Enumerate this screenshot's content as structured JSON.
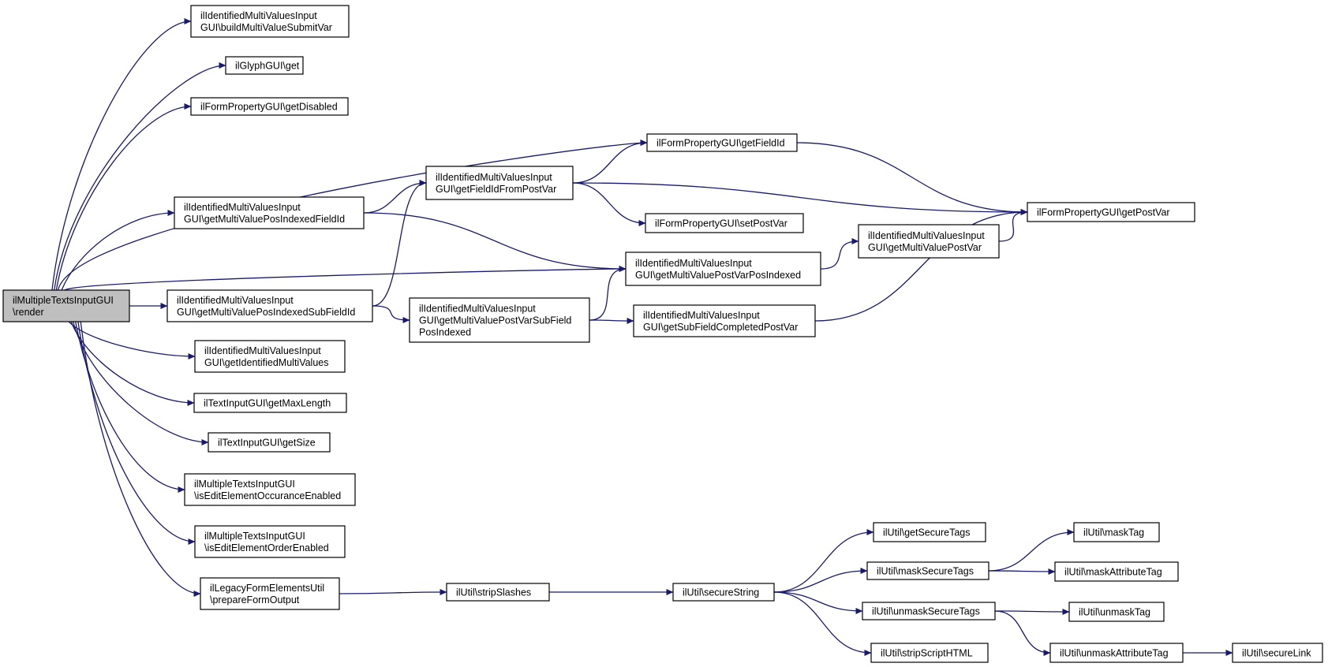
{
  "diagram": {
    "type": "call-graph",
    "edge_color": "#191970",
    "nodes": [
      {
        "id": "render",
        "lines": [
          "ilMultipleTextsInputGUI",
          "\\render"
        ],
        "root": true
      },
      {
        "id": "buildMultiValueSubmitVar",
        "lines": [
          "ilIdentifiedMultiValuesInput",
          "GUI\\buildMultiValueSubmitVar"
        ]
      },
      {
        "id": "glyph_get",
        "lines": [
          "ilGlyphGUI\\get"
        ]
      },
      {
        "id": "getDisabled",
        "lines": [
          "ilFormPropertyGUI\\getDisabled"
        ]
      },
      {
        "id": "getFieldId",
        "lines": [
          "ilFormPropertyGUI\\getFieldId"
        ]
      },
      {
        "id": "getFieldIdFromPostVar",
        "lines": [
          "ilIdentifiedMultiValuesInput",
          "GUI\\getFieldIdFromPostVar"
        ]
      },
      {
        "id": "getMultiValuePosIndexedFieldId",
        "lines": [
          "ilIdentifiedMultiValuesInput",
          "GUI\\getMultiValuePosIndexedFieldId"
        ]
      },
      {
        "id": "setPostVar",
        "lines": [
          "ilFormPropertyGUI\\setPostVar"
        ]
      },
      {
        "id": "getPostVar",
        "lines": [
          "ilFormPropertyGUI\\getPostVar"
        ]
      },
      {
        "id": "getMultiValuePostVar",
        "lines": [
          "ilIdentifiedMultiValuesInput",
          "GUI\\getMultiValuePostVar"
        ]
      },
      {
        "id": "getMultiValuePostVarPosIndexed",
        "lines": [
          "ilIdentifiedMultiValuesInput",
          "GUI\\getMultiValuePostVarPosIndexed"
        ]
      },
      {
        "id": "getMultiValuePosIndexedSubFieldId",
        "lines": [
          "ilIdentifiedMultiValuesInput",
          "GUI\\getMultiValuePosIndexedSubFieldId"
        ]
      },
      {
        "id": "getMultiValuePostVarSubFieldPosIndexed",
        "lines": [
          "ilIdentifiedMultiValuesInput",
          "GUI\\getMultiValuePostVarSubField",
          "PosIndexed"
        ]
      },
      {
        "id": "getSubFieldCompletedPostVar",
        "lines": [
          "ilIdentifiedMultiValuesInput",
          "GUI\\getSubFieldCompletedPostVar"
        ]
      },
      {
        "id": "getIdentifiedMultiValues",
        "lines": [
          "ilIdentifiedMultiValuesInput",
          "GUI\\getIdentifiedMultiValues"
        ]
      },
      {
        "id": "getMaxLength",
        "lines": [
          "ilTextInputGUI\\getMaxLength"
        ]
      },
      {
        "id": "getSize",
        "lines": [
          "ilTextInputGUI\\getSize"
        ]
      },
      {
        "id": "isEditElementOccuranceEnabled",
        "lines": [
          "ilMultipleTextsInputGUI",
          "\\isEditElementOccuranceEnabled"
        ]
      },
      {
        "id": "isEditElementOrderEnabled",
        "lines": [
          "ilMultipleTextsInputGUI",
          "\\isEditElementOrderEnabled"
        ]
      },
      {
        "id": "prepareFormOutput",
        "lines": [
          "ilLegacyFormElementsUtil",
          "\\prepareFormOutput"
        ]
      },
      {
        "id": "stripSlashes",
        "lines": [
          "ilUtil\\stripSlashes"
        ]
      },
      {
        "id": "secureString",
        "lines": [
          "ilUtil\\secureString"
        ]
      },
      {
        "id": "getSecureTags",
        "lines": [
          "ilUtil\\getSecureTags"
        ]
      },
      {
        "id": "maskSecureTags",
        "lines": [
          "ilUtil\\maskSecureTags"
        ]
      },
      {
        "id": "unmaskSecureTags",
        "lines": [
          "ilUtil\\unmaskSecureTags"
        ]
      },
      {
        "id": "stripScriptHTML",
        "lines": [
          "ilUtil\\stripScriptHTML"
        ]
      },
      {
        "id": "maskTag",
        "lines": [
          "ilUtil\\maskTag"
        ]
      },
      {
        "id": "maskAttributeTag",
        "lines": [
          "ilUtil\\maskAttributeTag"
        ]
      },
      {
        "id": "unmaskTag",
        "lines": [
          "ilUtil\\unmaskTag"
        ]
      },
      {
        "id": "unmaskAttributeTag",
        "lines": [
          "ilUtil\\unmaskAttributeTag"
        ]
      },
      {
        "id": "secureLink",
        "lines": [
          "ilUtil\\secureLink"
        ]
      }
    ],
    "edges": [
      [
        "render",
        "buildMultiValueSubmitVar"
      ],
      [
        "render",
        "glyph_get"
      ],
      [
        "render",
        "getDisabled"
      ],
      [
        "render",
        "getFieldId"
      ],
      [
        "render",
        "getMultiValuePosIndexedFieldId"
      ],
      [
        "render",
        "getMultiValuePostVarPosIndexed"
      ],
      [
        "render",
        "getMultiValuePosIndexedSubFieldId"
      ],
      [
        "render",
        "getIdentifiedMultiValues"
      ],
      [
        "render",
        "getMaxLength"
      ],
      [
        "render",
        "getSize"
      ],
      [
        "render",
        "isEditElementOccuranceEnabled"
      ],
      [
        "render",
        "isEditElementOrderEnabled"
      ],
      [
        "render",
        "prepareFormOutput"
      ],
      [
        "getMultiValuePosIndexedFieldId",
        "getFieldIdFromPostVar"
      ],
      [
        "getMultiValuePosIndexedFieldId",
        "getMultiValuePostVarPosIndexed"
      ],
      [
        "getMultiValuePosIndexedSubFieldId",
        "getFieldIdFromPostVar"
      ],
      [
        "getMultiValuePosIndexedSubFieldId",
        "getMultiValuePostVarSubFieldPosIndexed"
      ],
      [
        "getFieldIdFromPostVar",
        "getFieldId"
      ],
      [
        "getFieldIdFromPostVar",
        "getPostVar"
      ],
      [
        "getFieldIdFromPostVar",
        "setPostVar"
      ],
      [
        "getFieldId",
        "getPostVar"
      ],
      [
        "getMultiValuePostVarPosIndexed",
        "getMultiValuePostVar"
      ],
      [
        "getMultiValuePostVar",
        "getPostVar"
      ],
      [
        "getMultiValuePostVarSubFieldPosIndexed",
        "getMultiValuePostVarPosIndexed"
      ],
      [
        "getMultiValuePostVarSubFieldPosIndexed",
        "getSubFieldCompletedPostVar"
      ],
      [
        "getSubFieldCompletedPostVar",
        "getPostVar"
      ],
      [
        "prepareFormOutput",
        "stripSlashes"
      ],
      [
        "stripSlashes",
        "secureString"
      ],
      [
        "secureString",
        "getSecureTags"
      ],
      [
        "secureString",
        "maskSecureTags"
      ],
      [
        "secureString",
        "unmaskSecureTags"
      ],
      [
        "secureString",
        "stripScriptHTML"
      ],
      [
        "maskSecureTags",
        "maskTag"
      ],
      [
        "maskSecureTags",
        "maskAttributeTag"
      ],
      [
        "unmaskSecureTags",
        "unmaskTag"
      ],
      [
        "unmaskSecureTags",
        "unmaskAttributeTag"
      ],
      [
        "unmaskAttributeTag",
        "secureLink"
      ]
    ]
  }
}
